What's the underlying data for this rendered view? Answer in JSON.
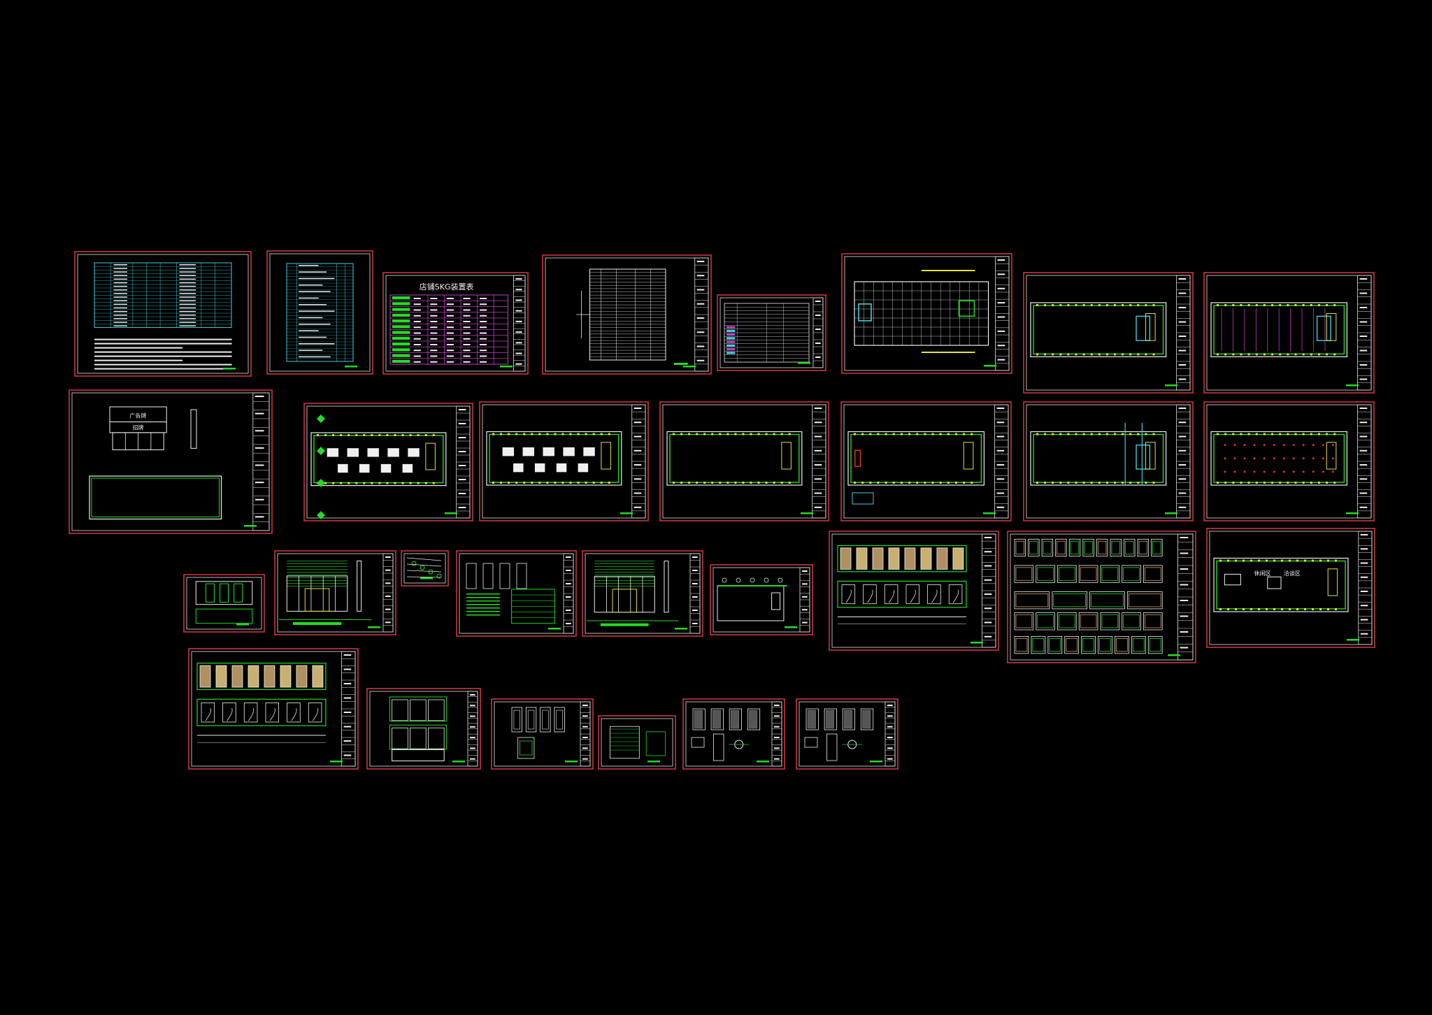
{
  "colors": {
    "background": "#000000",
    "sheet_border": "#c8363f",
    "sheet_inner": "#e6e6e6",
    "drawing_green": "#22dd22",
    "cyan": "#3fd0e0",
    "magenta": "#c040c0",
    "yellow": "#e8e03a",
    "white": "#f0f0f0"
  },
  "sheets": [
    {
      "kind": "index-table"
    },
    {
      "kind": "material-list"
    },
    {
      "kind": "color-table",
      "heading": "店铺SKG装置表"
    },
    {
      "kind": "schedule"
    },
    {
      "kind": "mini-table"
    },
    {
      "kind": "ceiling-grid"
    },
    {
      "kind": "plan-yellow"
    },
    {
      "kind": "plan-magenta"
    },
    {
      "kind": "facade",
      "labels": [
        "广告牌",
        "招牌"
      ]
    },
    {
      "kind": "plan-furniture"
    },
    {
      "kind": "plan-layout"
    },
    {
      "kind": "plan-empty"
    },
    {
      "kind": "plan-red"
    },
    {
      "kind": "plan-cyan"
    },
    {
      "kind": "plan-dotted"
    },
    {
      "kind": "small-detail"
    },
    {
      "kind": "elevation"
    },
    {
      "kind": "tiny-detail"
    },
    {
      "kind": "detail-table"
    },
    {
      "kind": "elevation"
    },
    {
      "kind": "section-small"
    },
    {
      "kind": "long-elevation"
    },
    {
      "kind": "door-schedule"
    },
    {
      "kind": "plan-floor",
      "labels": [
        "休闲区",
        "洽谈区"
      ]
    },
    {
      "kind": "long-elevation"
    },
    {
      "kind": "cabinet"
    },
    {
      "kind": "fixtures"
    },
    {
      "kind": "small-elev"
    },
    {
      "kind": "fixtures-2"
    },
    {
      "kind": "fixtures-3"
    }
  ]
}
